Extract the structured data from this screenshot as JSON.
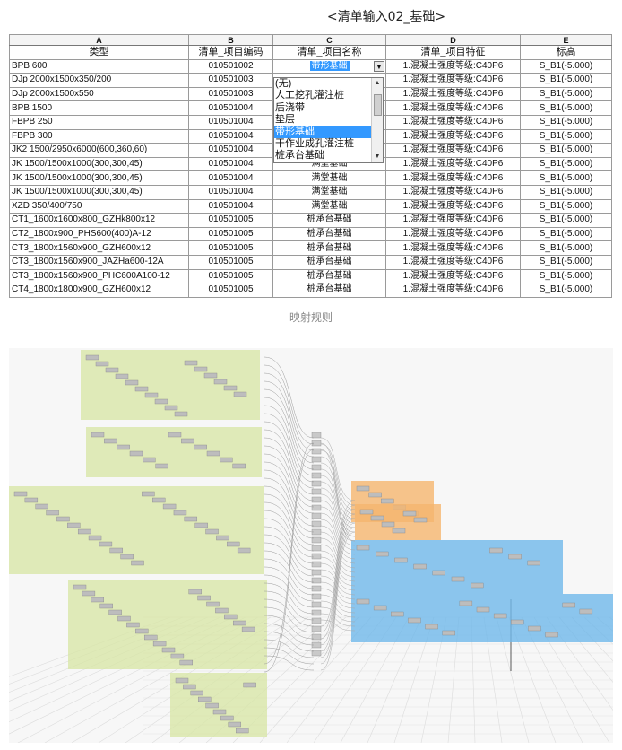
{
  "sheet": {
    "title": "<清单输入02_基础>",
    "column_letters": [
      "A",
      "B",
      "C",
      "D",
      "E"
    ],
    "headers": [
      "类型",
      "清单_项目编码",
      "清单_项目名称",
      "清单_项目特征",
      "标高"
    ],
    "rows": [
      [
        "BPB 600",
        "010501002",
        "带形基础",
        "1.混凝土强度等级:C40P6",
        "S_B1(-5.000)"
      ],
      [
        "DJp 2000x1500x350/200",
        "010501003",
        "",
        "1.混凝土强度等级:C40P6",
        "S_B1(-5.000)"
      ],
      [
        "DJp 2000x1500x550",
        "010501003",
        "",
        "1.混凝土强度等级:C40P6",
        "S_B1(-5.000)"
      ],
      [
        "BPB 1500",
        "010501004",
        "",
        "1.混凝土强度等级:C40P6",
        "S_B1(-5.000)"
      ],
      [
        "FBPB 250",
        "010501004",
        "",
        "1.混凝土强度等级:C40P6",
        "S_B1(-5.000)"
      ],
      [
        "FBPB 300",
        "010501004",
        "",
        "1.混凝土强度等级:C40P6",
        "S_B1(-5.000)"
      ],
      [
        "JK2 1500/2950x6000(600,360,60)",
        "010501004",
        "",
        "1.混凝土强度等级:C40P6",
        "S_B1(-5.000)"
      ],
      [
        "JK 1500/1500x1000(300,300,45)",
        "010501004",
        "满堂基础",
        "1.混凝土强度等级:C40P6",
        "S_B1(-5.000)"
      ],
      [
        "JK 1500/1500x1000(300,300,45)",
        "010501004",
        "满堂基础",
        "1.混凝土强度等级:C40P6",
        "S_B1(-5.000)"
      ],
      [
        "JK 1500/1500x1000(300,300,45)",
        "010501004",
        "满堂基础",
        "1.混凝土强度等级:C40P6",
        "S_B1(-5.000)"
      ],
      [
        "XZD 350/400/750",
        "010501004",
        "满堂基础",
        "1.混凝土强度等级:C40P6",
        "S_B1(-5.000)"
      ],
      [
        "CT1_1600x1600x800_GZHk800x12",
        "010501005",
        "桩承台基础",
        "1.混凝土强度等级:C40P6",
        "S_B1(-5.000)"
      ],
      [
        "CT2_1800x900_PHS600(400)A-12",
        "010501005",
        "桩承台基础",
        "1.混凝土强度等级:C40P6",
        "S_B1(-5.000)"
      ],
      [
        "CT3_1800x1560x900_GZH600x12",
        "010501005",
        "桩承台基础",
        "1.混凝土强度等级:C40P6",
        "S_B1(-5.000)"
      ],
      [
        "CT3_1800x1560x900_JAZHa600-12A",
        "010501005",
        "桩承台基础",
        "1.混凝土强度等级:C40P6",
        "S_B1(-5.000)"
      ],
      [
        "CT3_1800x1560x900_PHC600A100-12",
        "010501005",
        "桩承台基础",
        "1.混凝土强度等级:C40P6",
        "S_B1(-5.000)"
      ],
      [
        "CT4_1800x1800x900_GZH600x12",
        "010501005",
        "桩承台基础",
        "1.混凝土强度等级:C40P6",
        "S_B1(-5.000)"
      ]
    ]
  },
  "dropdown": {
    "selected_value": "带形基础",
    "options": [
      "(无)",
      "人工挖孔灌注桩",
      "后浇带",
      "垫层",
      "带形基础",
      "干作业成孔灌注桩",
      "桩承台基础"
    ],
    "active_index": 4
  },
  "caption": "映射规则",
  "colors": {
    "selection": "#3399ff",
    "node_group_green": "#d8e6a8",
    "node_group_orange": "#f5b56e",
    "node_group_blue": "#6fb8ea"
  },
  "graph": {
    "groups": [
      {
        "color": "green",
        "nodes": 16
      },
      {
        "color": "green",
        "nodes": 12
      },
      {
        "color": "green",
        "nodes": 22
      },
      {
        "color": "green",
        "nodes": 20
      },
      {
        "color": "green",
        "nodes": 10
      },
      {
        "color": "orange",
        "nodes": 5
      },
      {
        "color": "orange",
        "nodes": 6
      },
      {
        "color": "blue",
        "nodes": 10
      },
      {
        "color": "blue",
        "nodes": 14
      }
    ]
  }
}
